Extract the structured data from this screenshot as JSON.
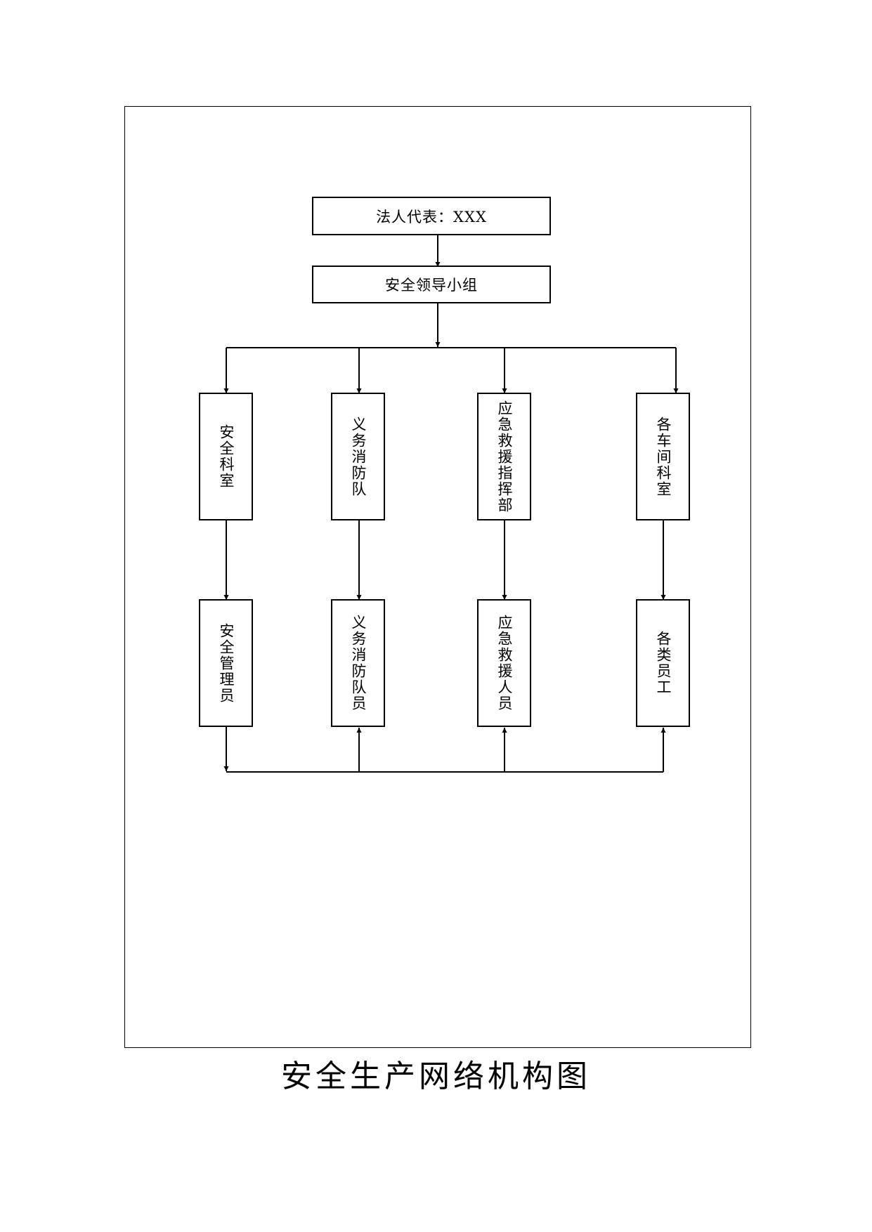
{
  "diagram": {
    "top": {
      "legal_rep": "法人代表：XXX",
      "leadership": "安全领导小组"
    },
    "departments": [
      {
        "name": "安全科室",
        "staff": "安全管理员"
      },
      {
        "name": "义务消防队",
        "staff": "义务消防队员"
      },
      {
        "name": "应急救援指挥部",
        "staff": "应急救援人员"
      },
      {
        "name": "各车间科室",
        "staff": "各类员工"
      }
    ]
  },
  "caption": "安全生产网络机构图"
}
